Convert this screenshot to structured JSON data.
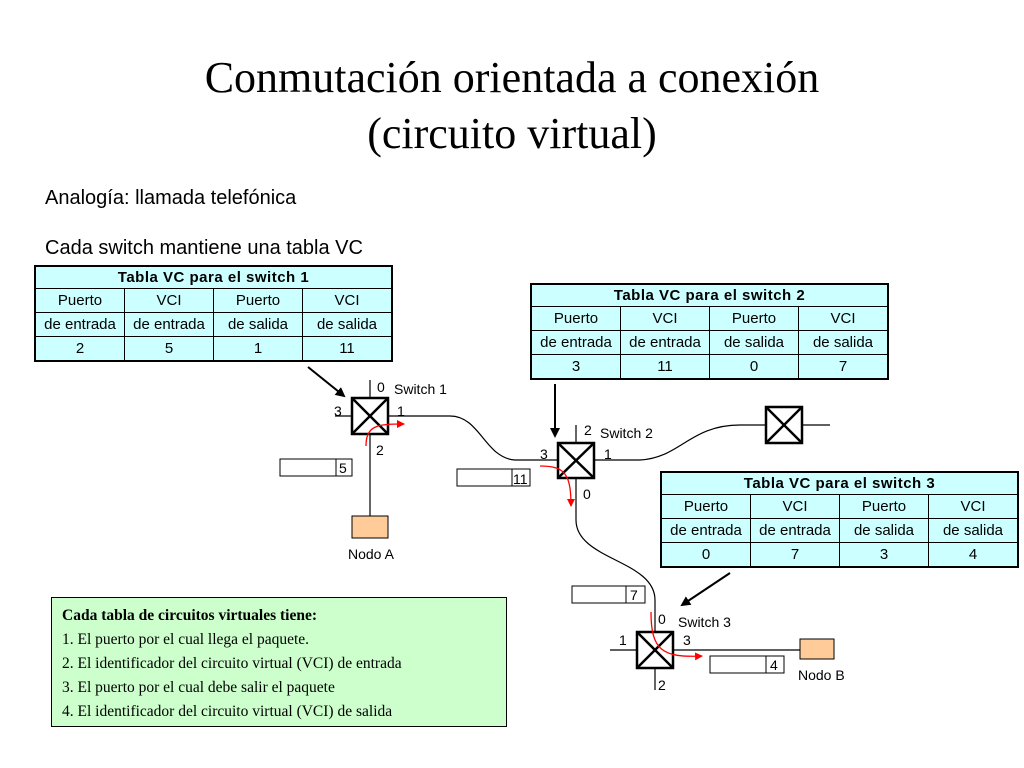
{
  "title": {
    "line1": "Conmutación orientada a conexión",
    "line2": "(circuito virtual)"
  },
  "analogy": "Analogía: llamada telefónica",
  "intro": "Cada switch mantiene una tabla VC",
  "tables": [
    {
      "title": "Tabla VC para el switch 1",
      "header1": [
        "Puerto",
        "VCI",
        "Puerto",
        "VCI"
      ],
      "header2": [
        "de entrada",
        "de entrada",
        "de salida",
        "de salida"
      ],
      "row": [
        "2",
        "5",
        "1",
        "11"
      ]
    },
    {
      "title": "Tabla VC para el switch 2",
      "header1": [
        "Puerto",
        "VCI",
        "Puerto",
        "VCI"
      ],
      "header2": [
        "de entrada",
        "de entrada",
        "de salida",
        "de salida"
      ],
      "row": [
        "3",
        "11",
        "0",
        "7"
      ]
    },
    {
      "title": "Tabla VC para el switch 3",
      "header1": [
        "Puerto",
        "VCI",
        "Puerto",
        "VCI"
      ],
      "header2": [
        "de entrada",
        "de entrada",
        "de salida",
        "de salida"
      ],
      "row": [
        "0",
        "7",
        "3",
        "4"
      ]
    }
  ],
  "switches": {
    "s1": {
      "name": "Switch 1",
      "ports": [
        "0",
        "1",
        "2",
        "3"
      ]
    },
    "s2": {
      "name": "Switch 2",
      "ports": [
        "2",
        "1",
        "0",
        "3"
      ]
    },
    "s3": {
      "name": "Switch 3",
      "ports": [
        "0",
        "3",
        "2",
        "1"
      ]
    }
  },
  "nodes": {
    "a": "Nodo A",
    "b": "Nodo B"
  },
  "packets": {
    "p1": "5",
    "p2": "11",
    "p3": "7",
    "p4": "4"
  },
  "legend": {
    "heading": "Cada tabla de circuitos virtuales tiene:",
    "items": [
      "1. El puerto por el cual llega el paquete.",
      "2. El identificador del circuito virtual (VCI) de entrada",
      "3. El puerto por el cual debe salir el paquete",
      "4. El identificador del circuito virtual (VCI) de salida"
    ]
  },
  "colors": {
    "table_bg": "#ccffff",
    "legend_bg": "#ccffcc",
    "node_fill": "#ffcc99",
    "path_arrow": "#ff0000"
  }
}
